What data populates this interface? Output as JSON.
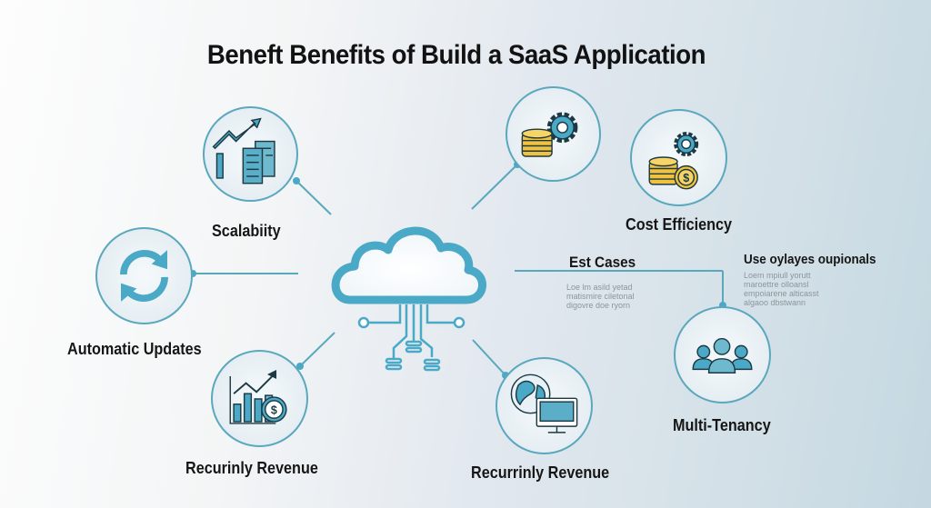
{
  "title": "Beneft Benefits of Build a SaaS Application",
  "colors": {
    "accent": "#4aa9c6",
    "line": "#5aa8bd",
    "coin": "#f1c23d",
    "text": "#161616",
    "muted": "#8c959c"
  },
  "center": {
    "icon": "cloud-circuit-icon"
  },
  "nodes": [
    {
      "id": "scalability",
      "label": "Scalabiity",
      "icon": "growth-servers-icon"
    },
    {
      "id": "coins-gear",
      "label": "",
      "icon": "coins-gear-icon"
    },
    {
      "id": "cost-efficiency",
      "label": "Cost Efficiency",
      "icon": "coins-dollar-gear-icon"
    },
    {
      "id": "automatic-updates",
      "label": "Automatic Updates",
      "icon": "refresh-icon"
    },
    {
      "id": "recurring-revenue-left",
      "label": "Recurinly Revenue",
      "icon": "bar-chart-dollar-icon"
    },
    {
      "id": "recurring-revenue-right",
      "label": "Recurrinly Revenue",
      "icon": "globe-monitor-icon"
    },
    {
      "id": "multi-tenancy",
      "label": "Multi-Tenancy",
      "icon": "users-group-icon"
    }
  ],
  "use_cases": {
    "heading": "Est Cases",
    "text": "Loe lm asild yetad\nmatismire ciletonal\ndigovre doe ryorn"
  },
  "options": {
    "heading": "Use oylayes oupionals",
    "text": "Loem mpiull yorutt\nmaroettre olloansl\nempoiarene alticasst\nalgaoo dbstwann"
  }
}
